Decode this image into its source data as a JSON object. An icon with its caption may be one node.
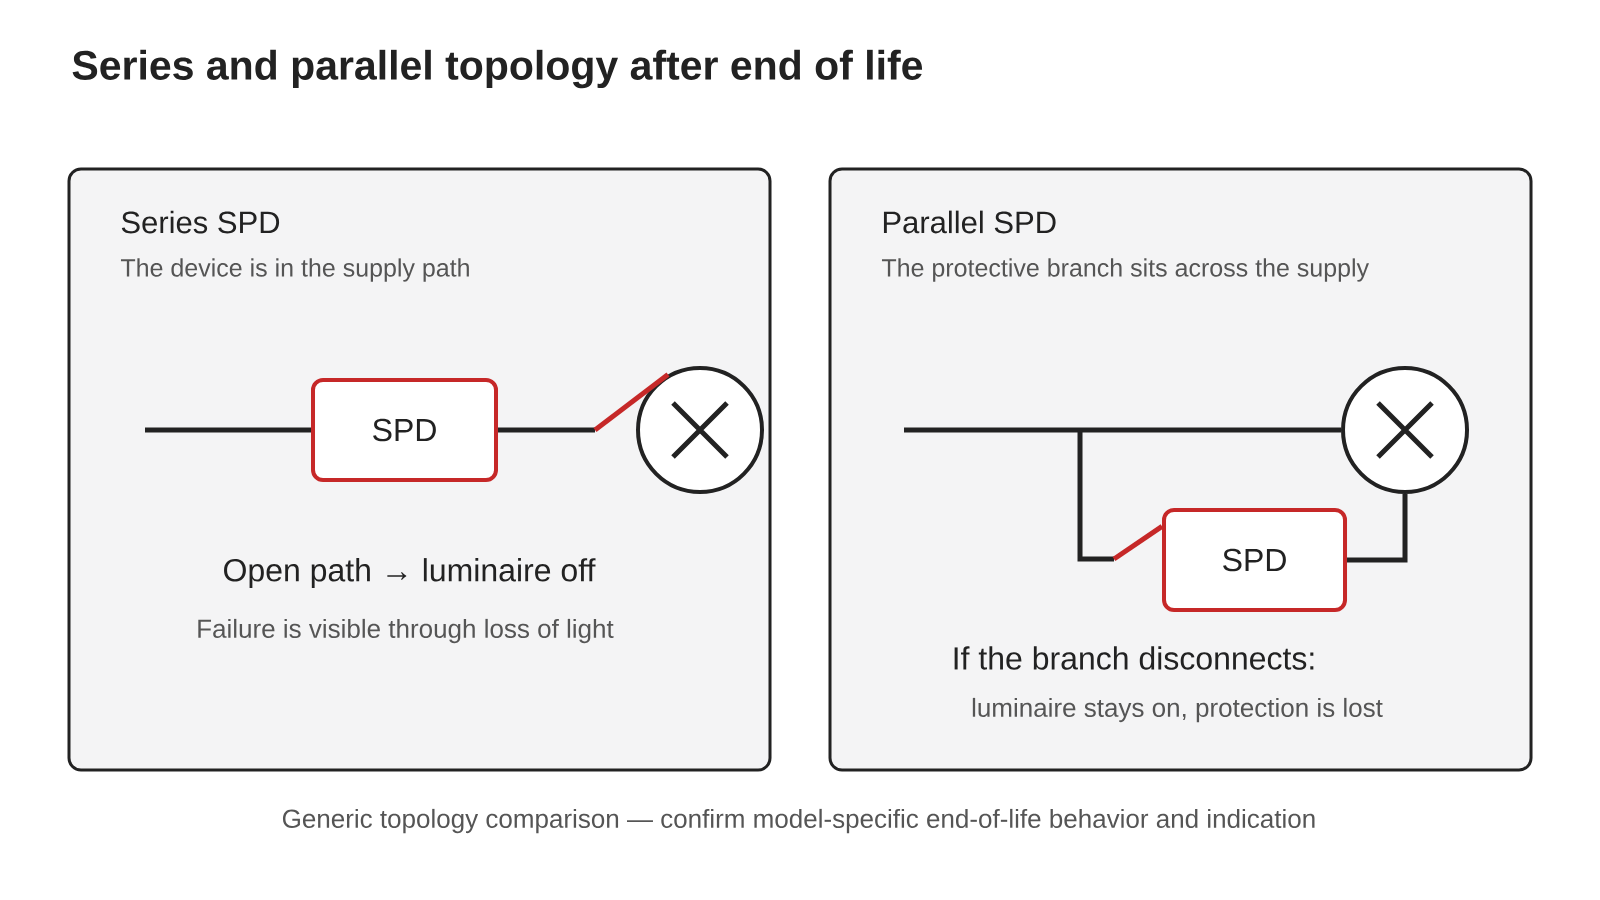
{
  "diagram": {
    "title": "Series and parallel topology after end of life",
    "caption": "Generic topology comparison — confirm model-specific end-of-life behavior and indication",
    "nodes": [
      {
        "text": [
          "Series SPD",
          "The device is in the supply path",
          "Open path → luminaire off",
          "Failure is visible through loss of light"
        ]
      },
      {
        "text": [
          "SPD"
        ],
        "in": 0
      },
      {
        "text": [],
        "shape": "circle",
        "in": 0
      },
      {
        "text": [
          "Parallel SPD",
          "The protective branch sits across the supply",
          "If the branch disconnects:",
          "luminaire stays on, protection is lost"
        ]
      },
      {
        "text": [],
        "shape": "circle",
        "in": 3
      },
      {
        "text": [
          "SPD"
        ],
        "in": 3
      }
    ],
    "edges": [
      {
        "from": null,
        "to": 1,
        "arrow": "none"
      },
      {
        "from": 1,
        "to": 2,
        "arrow": "none"
      },
      {
        "from": null,
        "to": 4,
        "arrow": "none"
      },
      {
        "from": null,
        "to": 5,
        "arrow": "none"
      },
      {
        "from": 5,
        "to": 4,
        "arrow": "none"
      }
    ]
  }
}
